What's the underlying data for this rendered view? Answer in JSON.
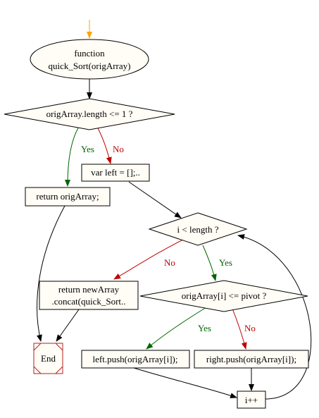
{
  "nodes": {
    "function_line1": "function",
    "function_line2": "quick_Sort(origArray)",
    "cond_length": "origArray.length <= 1 ?",
    "var_left": "var left = [];..",
    "return_orig": "return origArray;",
    "cond_loop": "i < length ?",
    "return_new_line1": "return newArray",
    "return_new_line2": ".concat(quick_Sort..",
    "cond_pivot": "origArray[i] <= pivot ?",
    "left_push": "left.push(origArray[i]);",
    "right_push": "right.push(origArray[i]);",
    "increment": "i++",
    "end": "End"
  },
  "edge_labels": {
    "yes": "Yes",
    "no": "No"
  },
  "colors": {
    "start_arrow": "#ffa500",
    "yes_edge": "#006400",
    "no_edge": "#c00000",
    "default_edge": "#000000",
    "end_border": "#b22222",
    "node_fill": "#fffdf6"
  }
}
